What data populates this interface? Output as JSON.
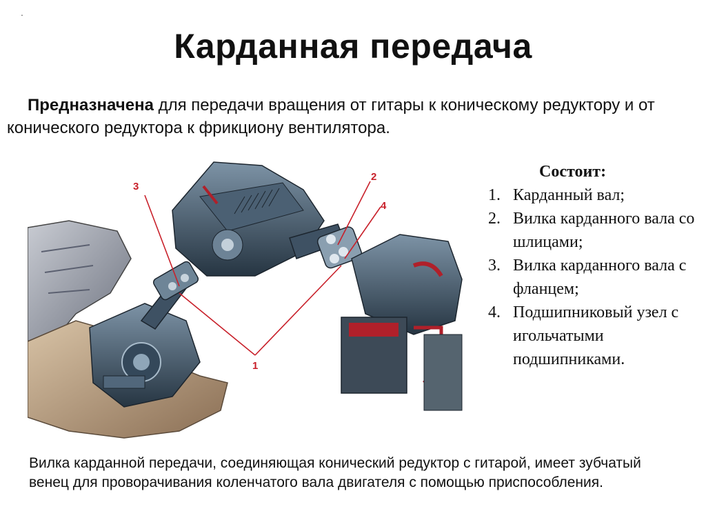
{
  "title": "Карданная передача",
  "intro": {
    "lead": "Предназначена",
    "rest": " для передачи вращения от гитары к коническому редуктору и от конического редуктора к фрикциону вентилятора."
  },
  "callouts": [
    "1",
    "2",
    "3",
    "4"
  ],
  "consists": {
    "title": "Состоит:",
    "items": [
      {
        "num": "1.",
        "text": "Карданный вал;"
      },
      {
        "num": "2.",
        "text": "Вилка карданного вала со шлицами;"
      },
      {
        "num": "3.",
        "text": "Вилка карданного вала с фланцем;"
      },
      {
        "num": "4.",
        "text": "Подшипниковый узел с игольчатыми подшипниками."
      }
    ]
  },
  "footer": "Вилка карданной передачи, соединяющая конический редуктор с гитарой, имеет зубчатый венец для проворачивания коленчатого вала двигателя с помощью приспособления.",
  "colors": {
    "callout": "#c8202a",
    "machine_dark": "#2f3f4f",
    "machine_mid": "#4d6275",
    "housing": "#8a8f99",
    "accent_red": "#b0202a"
  }
}
